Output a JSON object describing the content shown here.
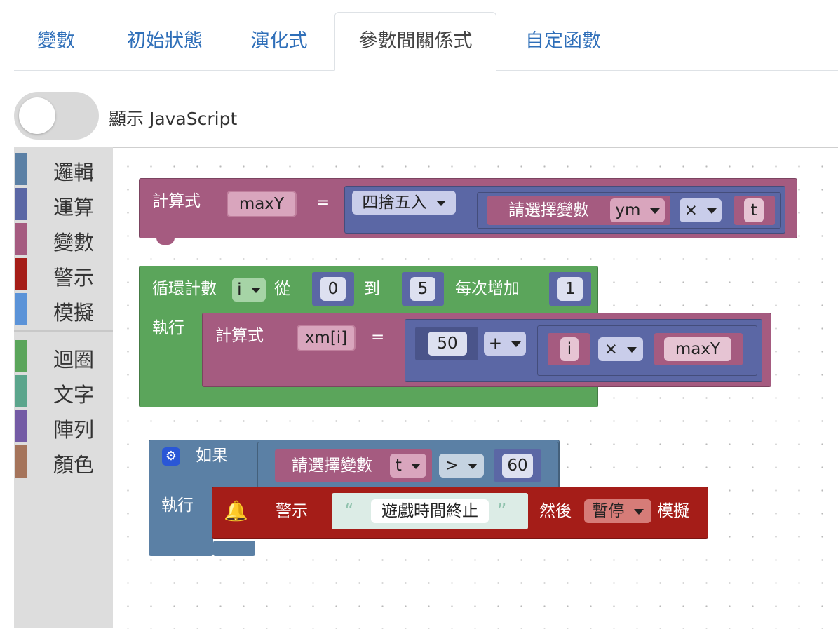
{
  "tabs": [
    {
      "label": "變數"
    },
    {
      "label": "初始狀態"
    },
    {
      "label": "演化式"
    },
    {
      "label": "參數間關係式"
    },
    {
      "label": "自定函數"
    }
  ],
  "active_tab": "參數間關係式",
  "toggle": {
    "label": "顯示 JavaScript",
    "on": false
  },
  "toolbox": {
    "categories": [
      {
        "label": "邏輯",
        "color": "#5b80a5"
      },
      {
        "label": "運算",
        "color": "#5b67a5"
      },
      {
        "label": "變數",
        "color": "#a55b80"
      },
      {
        "label": "警示",
        "color": "#a51d18"
      },
      {
        "label": "模擬",
        "color": "#5b93d8"
      },
      {
        "label": "迴圈",
        "color": "#5ba55b"
      },
      {
        "label": "文字",
        "color": "#5ba58c"
      },
      {
        "label": "陣列",
        "color": "#745ba5"
      },
      {
        "label": "顏色",
        "color": "#a5745b"
      }
    ]
  },
  "blocks": {
    "calc1": {
      "label": "計算式",
      "var": "maxY",
      "eq": "=",
      "round": "四捨五入",
      "pick_label": "請選擇變數",
      "pick_var": "ym",
      "op": "×",
      "operand": "t"
    },
    "loop": {
      "label": "循環計數",
      "var": "i",
      "from_label": "從",
      "from": "0",
      "to_label": "到",
      "to": "5",
      "step_label": "每次增加",
      "step": "1",
      "do_label": "執行"
    },
    "calc2": {
      "label": "計算式",
      "var": "xm[i]",
      "eq": "=",
      "num": "50",
      "op1": "+",
      "var_i": "i",
      "op2": "×",
      "var_max": "maxY"
    },
    "if_block": {
      "label": "如果",
      "pick_label": "請選擇變數",
      "pick_var": "t",
      "cmp": ">",
      "value": "60",
      "do_label": "執行"
    },
    "alert": {
      "icon": "bell-icon",
      "label": "警示",
      "quote_open": "“",
      "text": "遊戲時間終止",
      "quote_close": "”",
      "then_label": "然後",
      "action": "暫停",
      "tail": "模擬"
    }
  }
}
